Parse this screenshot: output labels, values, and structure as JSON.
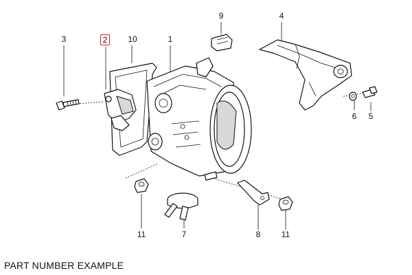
{
  "callouts": {
    "c1": "1",
    "c2": "2",
    "c3": "3",
    "c4": "4",
    "c5": "5",
    "c6": "6",
    "c7": "7",
    "c8": "8",
    "c9": "9",
    "c10": "10",
    "c11a": "11",
    "c11b": "11"
  },
  "caption": "PART NUMBER EXAMPLE",
  "colors": {
    "highlight": "#d42020",
    "line": "#111111"
  }
}
